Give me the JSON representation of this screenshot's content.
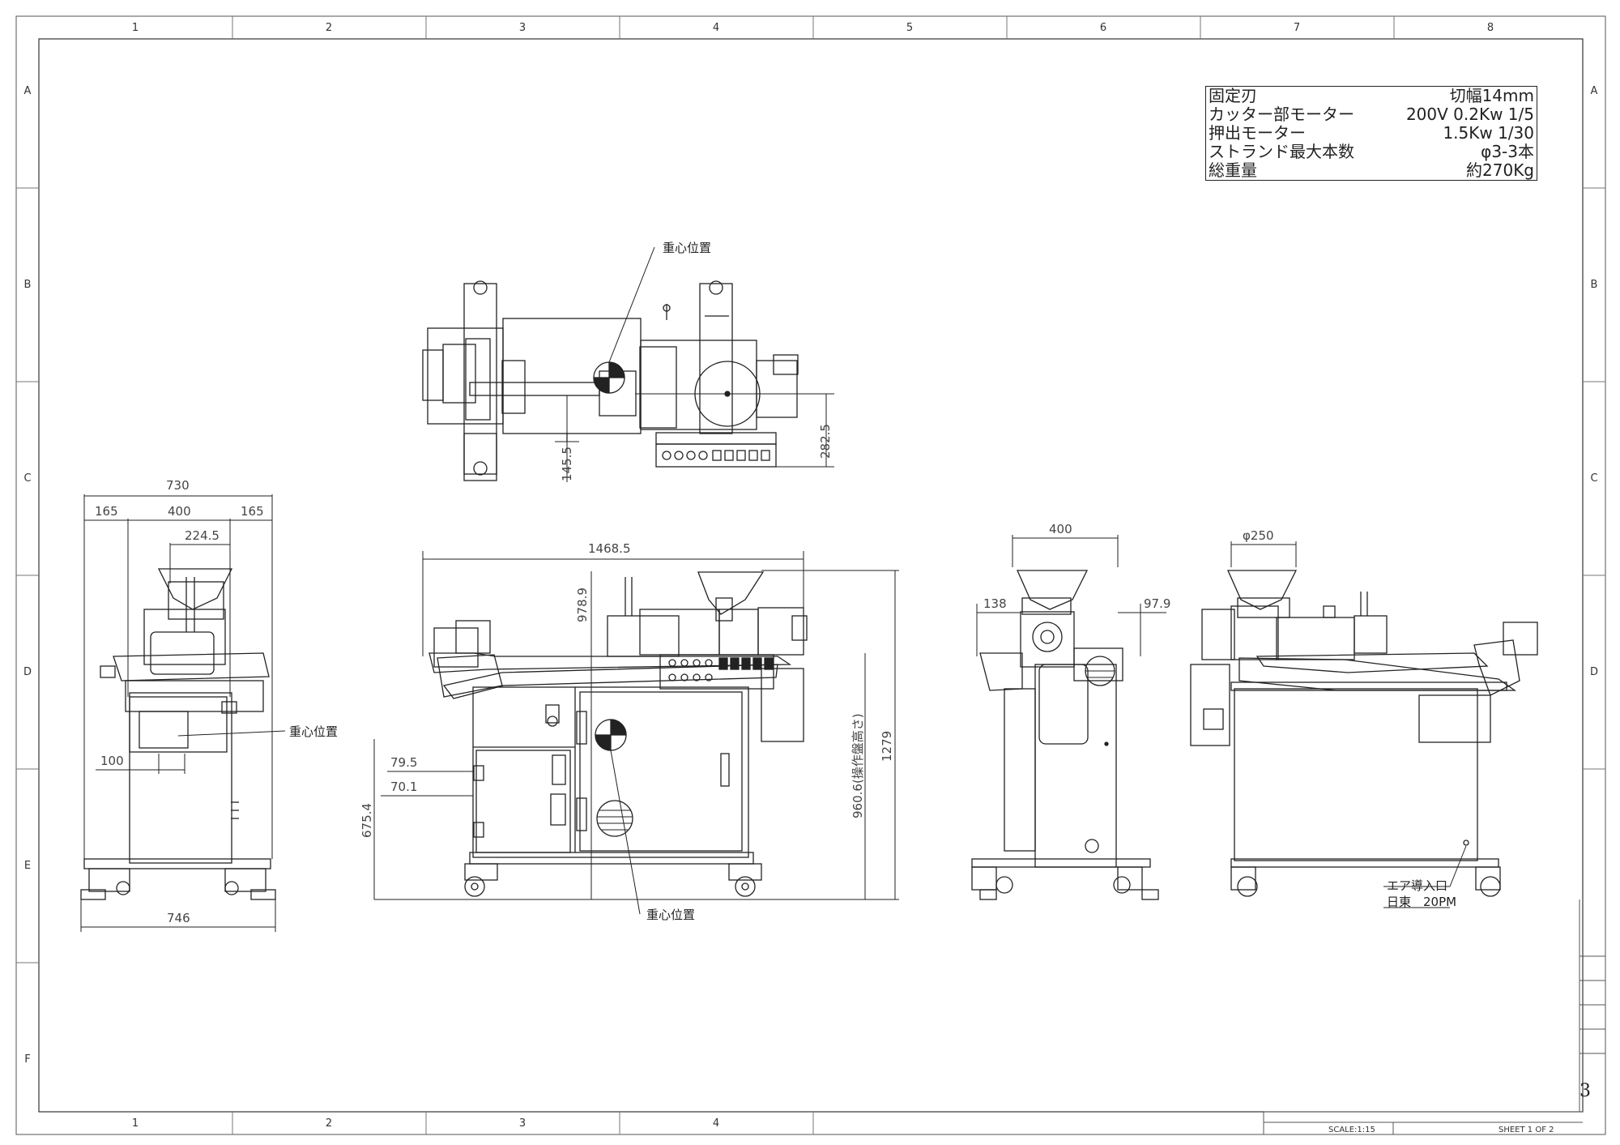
{
  "frame": {
    "col_labels": [
      "1",
      "2",
      "3",
      "4",
      "5",
      "6",
      "7",
      "8"
    ],
    "row_labels": [
      "A",
      "B",
      "C",
      "D",
      "E",
      "F"
    ]
  },
  "spec_table": [
    {
      "label": "固定刃",
      "value": "切幅14mm"
    },
    {
      "label": "カッター部モーター",
      "value": "200V 0.2Kw 1/5"
    },
    {
      "label": "押出モーター",
      "value": "1.5Kw 1/30"
    },
    {
      "label": "ストランド最大本数",
      "value": "φ3-3本"
    },
    {
      "label": "総重量",
      "value": "約270Kg"
    }
  ],
  "labels": {
    "cog": "重心位置",
    "air_inlet": "エア導入口",
    "air_coupler": "日東　20PM"
  },
  "dims": {
    "top_145": "145.5",
    "top_282": "282.5",
    "left_730": "730",
    "left_165a": "165",
    "left_400": "400",
    "left_165b": "165",
    "left_224": "224.5",
    "left_100": "100",
    "left_746": "746",
    "front_1468": "1468.5",
    "front_978": "978.9",
    "front_795": "79.5",
    "front_701": "70.1",
    "front_6754": "675.4",
    "front_9606": "960.6(操作盤高さ)",
    "front_1279": "1279",
    "right_400": "400",
    "right_138": "138",
    "right_979": "97.9",
    "rear_phi250": "φ250"
  },
  "title_block": {
    "scale": "SCALE:1:15",
    "sheet": "SHEET 1 OF 2",
    "drawing_no": "3"
  }
}
